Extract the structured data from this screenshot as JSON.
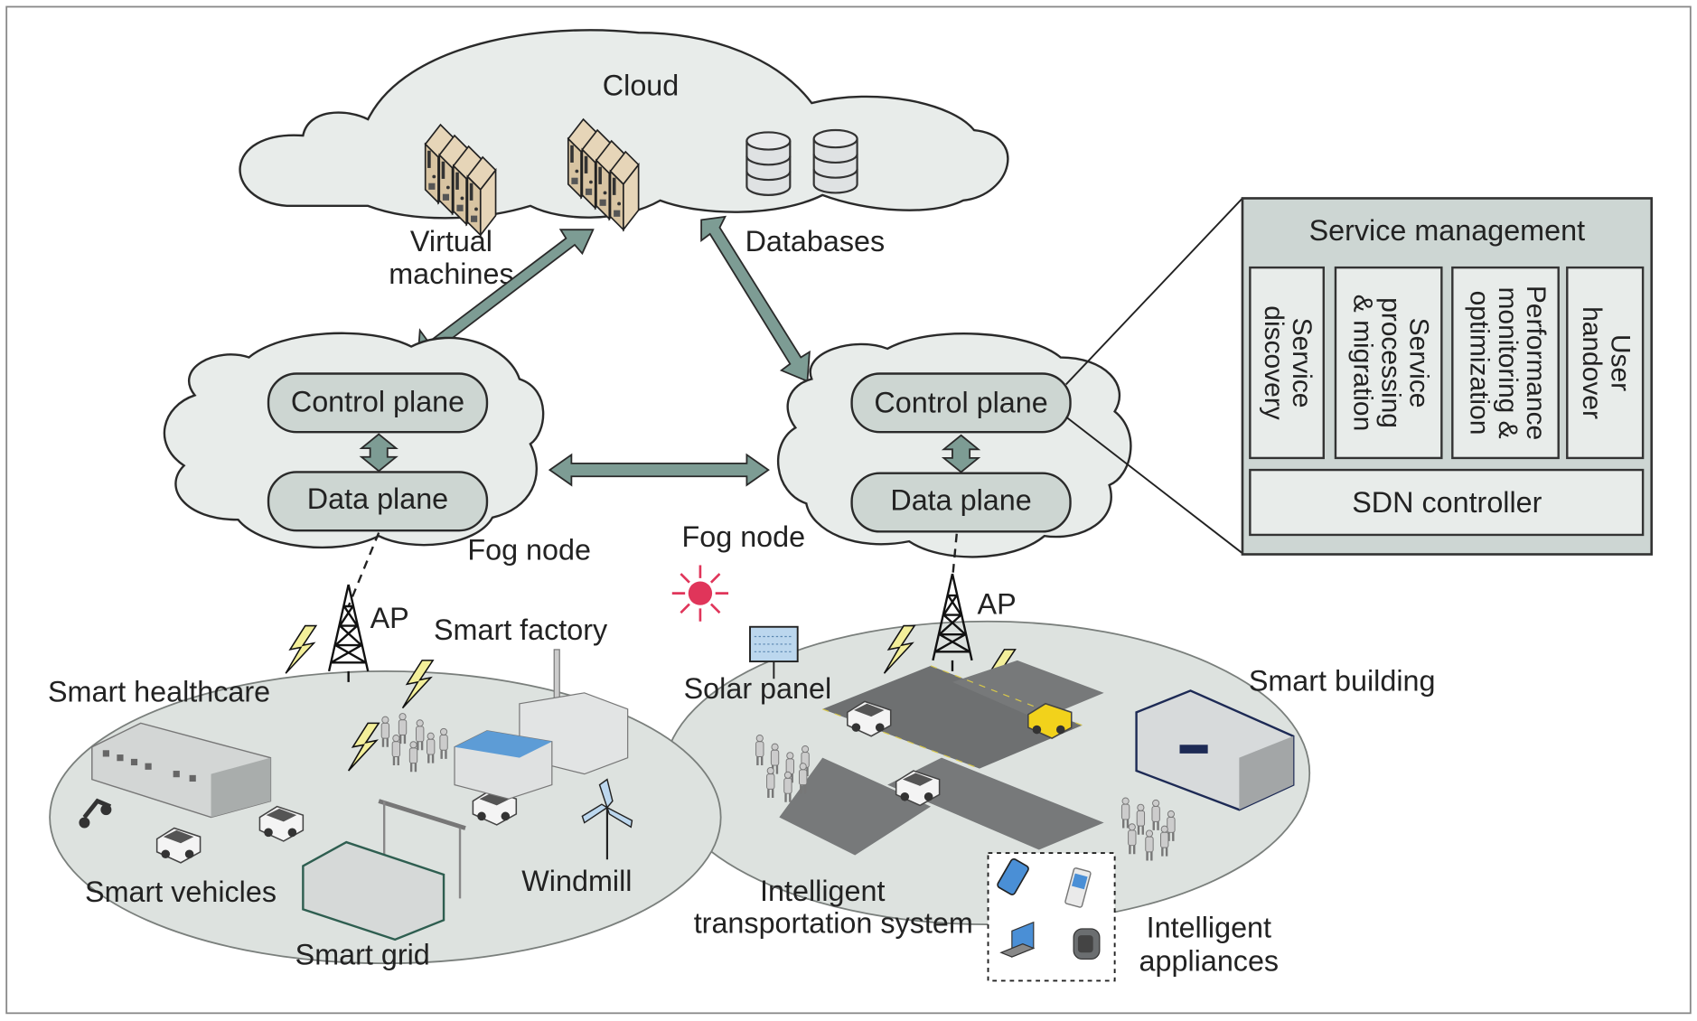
{
  "cloud": {
    "title": "Cloud",
    "vm_label_line1": "Virtual",
    "vm_label_line2": "machines",
    "db_label": "Databases"
  },
  "fog_left": {
    "control_plane": "Control plane",
    "data_plane": "Data plane",
    "label": "Fog node"
  },
  "fog_right": {
    "control_plane": "Control plane",
    "data_plane": "Data plane",
    "label": "Fog node"
  },
  "service_panel": {
    "title": "Service management",
    "modules": [
      {
        "line1": "Service",
        "line2": "discovery",
        "line3": ""
      },
      {
        "line1": "Service",
        "line2": "processing",
        "line3": "& migration"
      },
      {
        "line1": "Performance",
        "line2": "monitoring &",
        "line3": "optimization"
      },
      {
        "line1": "User",
        "line2": "handover",
        "line3": ""
      }
    ],
    "controller": "SDN controller"
  },
  "left_zone": {
    "ap": "AP",
    "smart_healthcare": "Smart healthcare",
    "smart_factory": "Smart factory",
    "smart_vehicles": "Smart vehicles",
    "smart_grid": "Smart grid",
    "windmill": "Windmill"
  },
  "right_zone": {
    "ap": "AP",
    "solar_panel": "Solar panel",
    "smart_building": "Smart building",
    "its_line1": "Intelligent",
    "its_line2": "transportation system",
    "appliances_line1": "Intelligent",
    "appliances_line2": "appliances"
  },
  "colors": {
    "arrow": "#7d9c94",
    "sun": "#e0355a",
    "lightning": "#f3ef9a",
    "server": "#e6d5b8"
  }
}
